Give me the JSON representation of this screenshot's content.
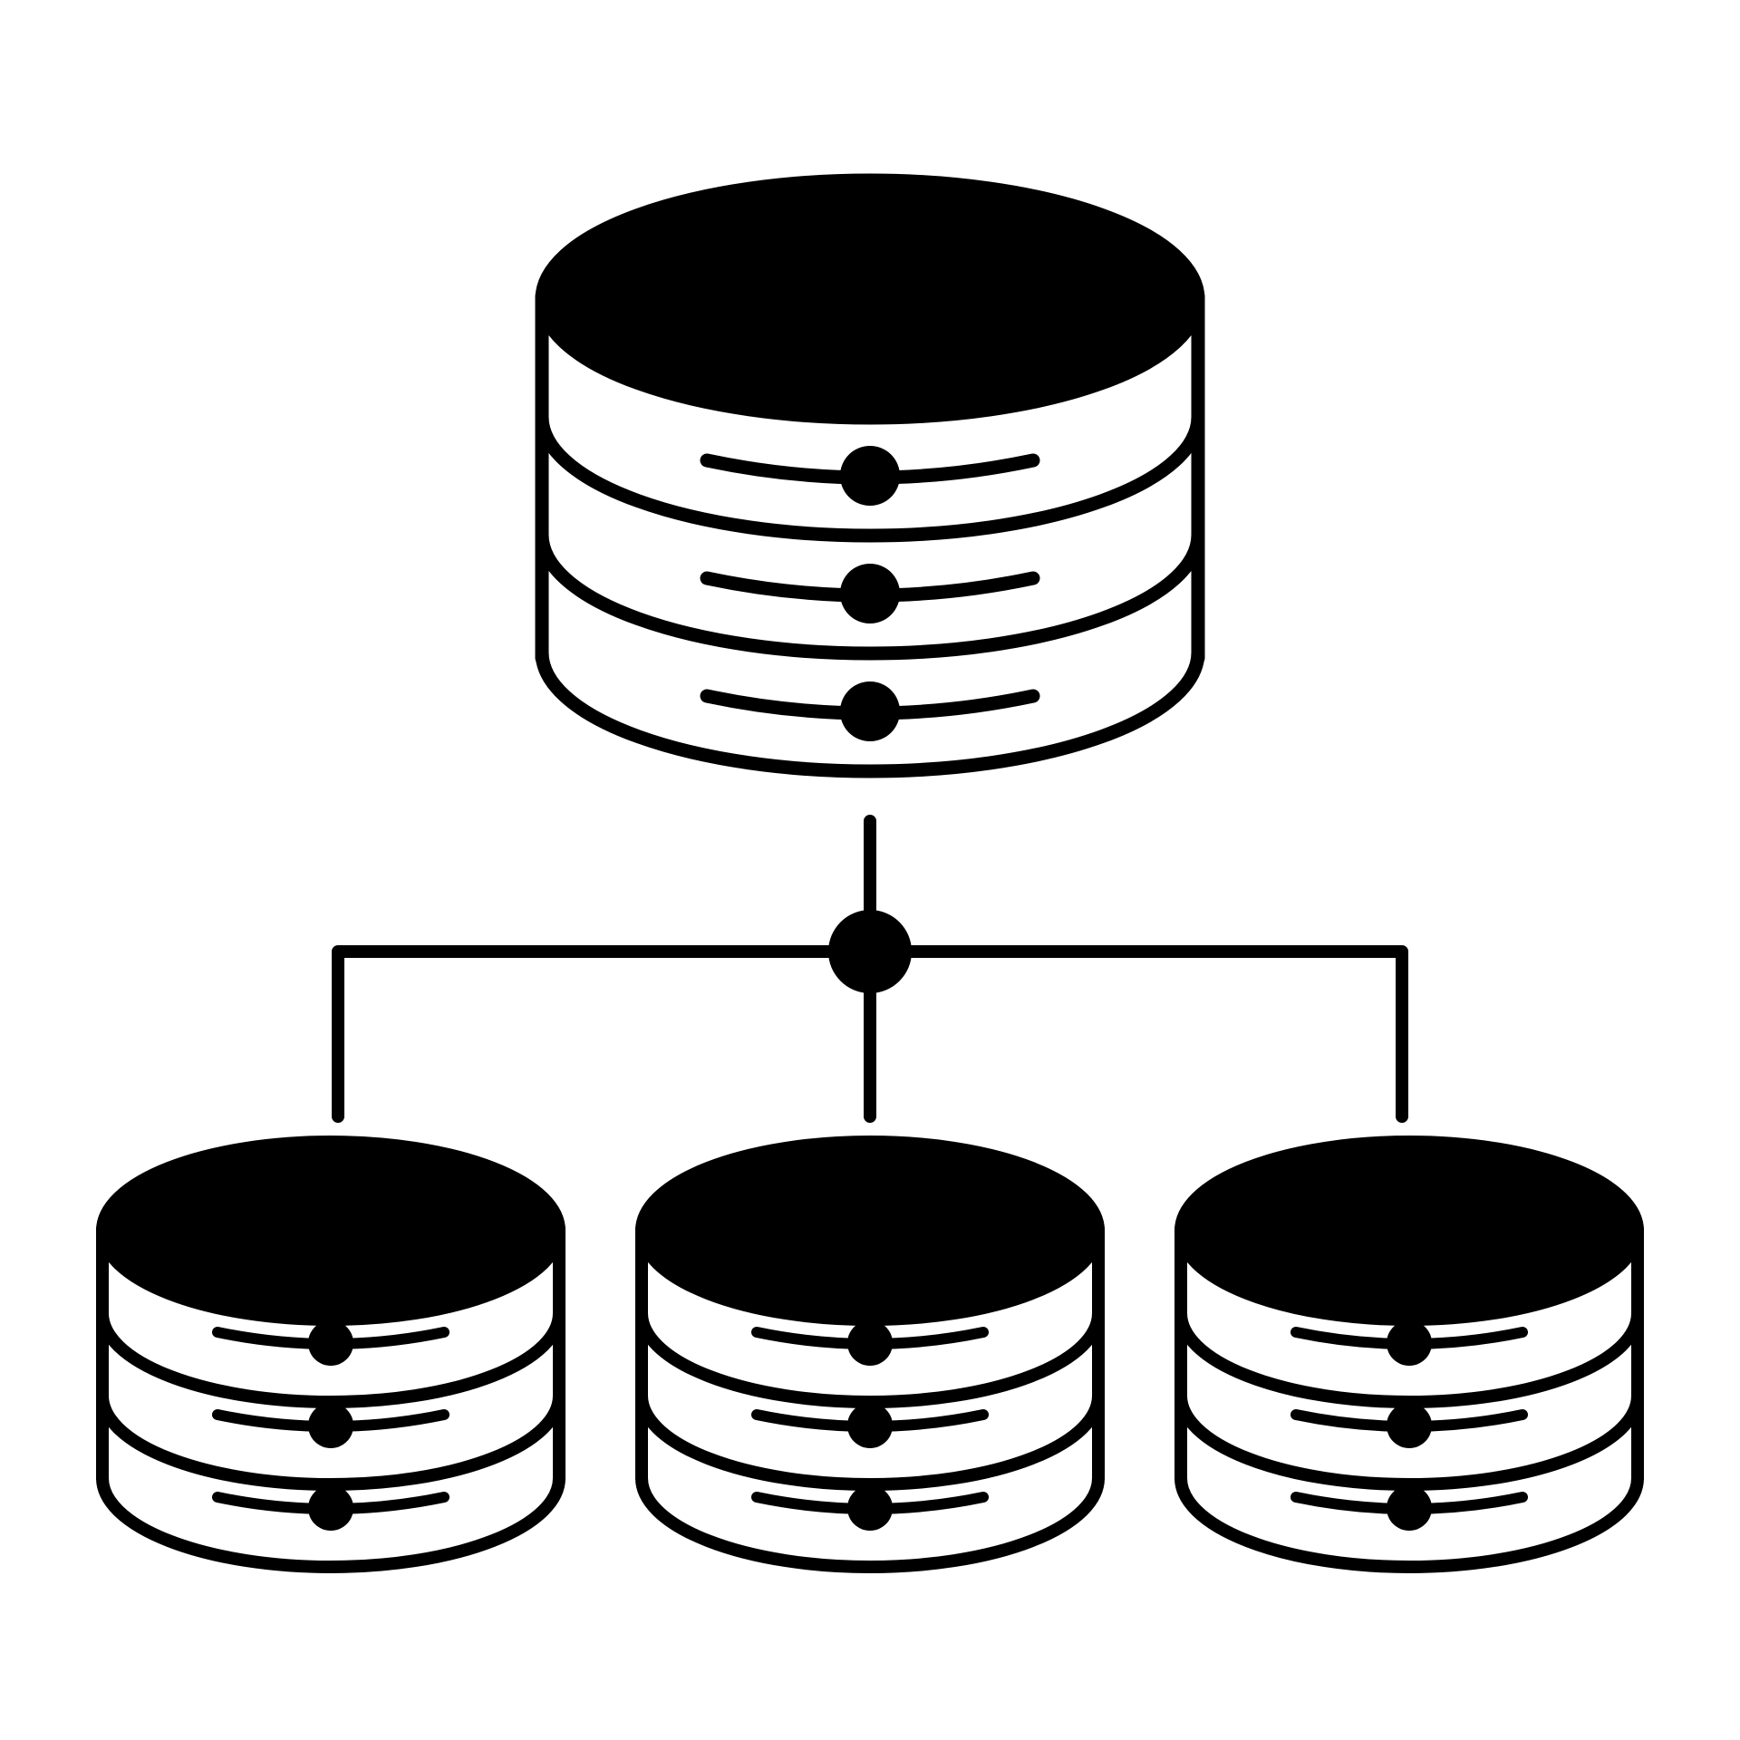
{
  "icon": {
    "name": "database-network-icon",
    "description_free": true
  },
  "colors": {
    "stroke": "#000000",
    "fill": "#000000",
    "background": "#ffffff"
  },
  "databases": [
    {
      "id": "primary",
      "icon": "database-icon",
      "disk_count": 3
    },
    {
      "id": "replica-left",
      "icon": "database-icon",
      "disk_count": 3
    },
    {
      "id": "replica-center",
      "icon": "database-icon",
      "disk_count": 3
    },
    {
      "id": "replica-right",
      "icon": "database-icon",
      "disk_count": 3
    }
  ],
  "connector": {
    "icon": "network-hub-icon",
    "branches": 3
  }
}
